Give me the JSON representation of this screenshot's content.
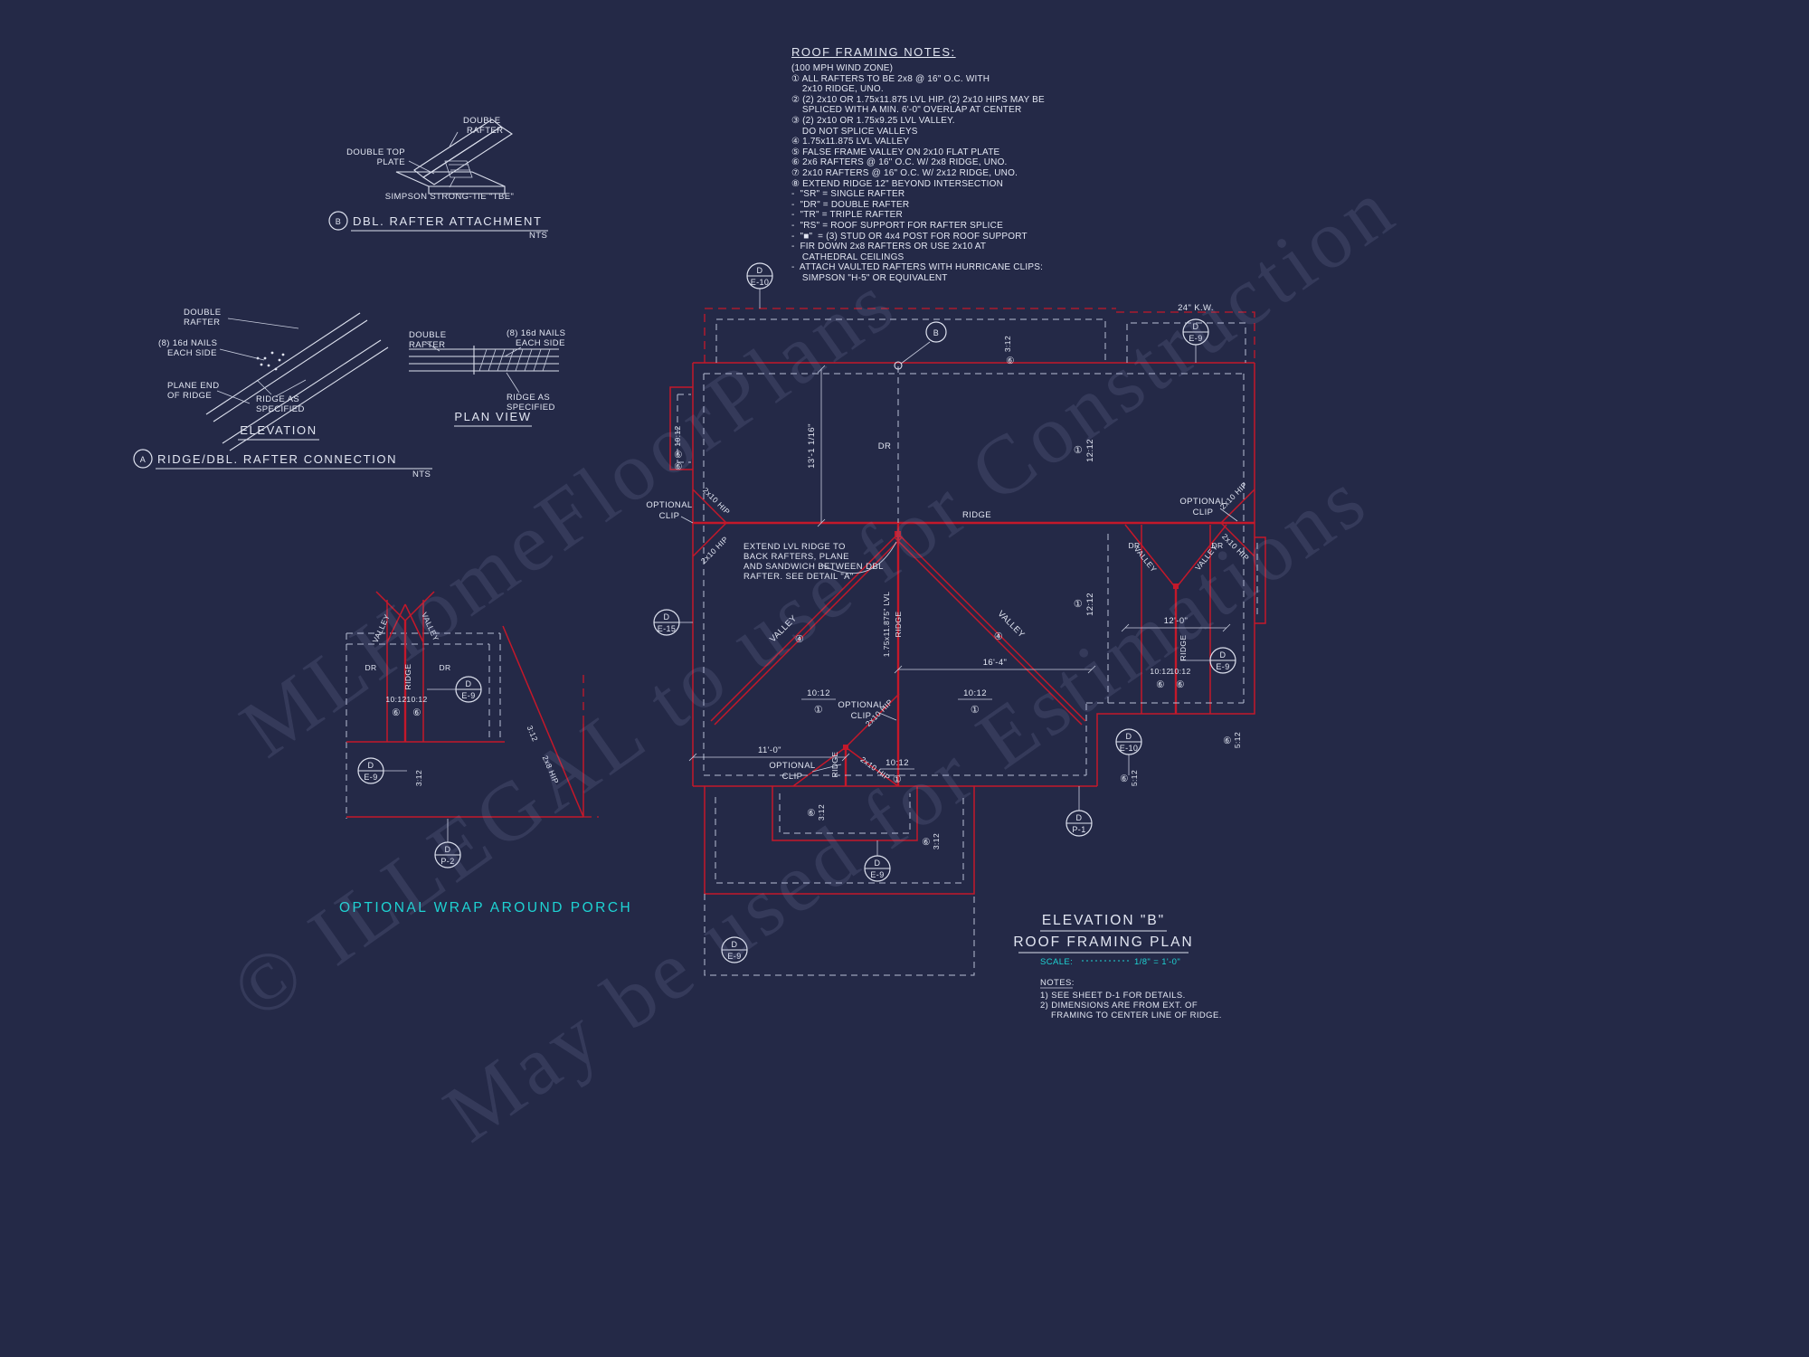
{
  "watermark": {
    "brand": "MLHomeFloorPlans",
    "copyright": "© ILLEGAL to use for Construction",
    "estimate": "May be used for Estimations"
  },
  "detail_b": {
    "bubble": "B",
    "title": "DBL. RAFTER ATTACHMENT",
    "scale": "NTS",
    "double_rafter_1": "DOUBLE",
    "double_rafter_2": "RAFTER",
    "top_plate_1": "DOUBLE TOP",
    "top_plate_2": "PLATE",
    "simpson": "SIMPSON STRONG-TIE \"TBE\""
  },
  "detail_a": {
    "bubble": "A",
    "title": "RIDGE/DBL. RAFTER CONNECTION",
    "scale": "NTS",
    "elevation_caption": "ELEVATION",
    "plan_caption": "PLAN VIEW",
    "double_rafter_1": "DOUBLE",
    "double_rafter_2": "RAFTER",
    "nails_1": "(8) 16d NAILS",
    "nails_2": "EACH SIDE",
    "plane_end_1": "PLANE END",
    "plane_end_2": "OF RIDGE",
    "ridge_spec_1": "RIDGE AS",
    "ridge_spec_2": "SPECIFIED"
  },
  "notes": {
    "title": "ROOF FRAMING NOTES:",
    "lines": [
      "(100 MPH WIND ZONE)",
      "① ALL RAFTERS TO BE 2x8 @ 16\" O.C. WITH",
      "    2x10 RIDGE, UNO.",
      "② (2) 2x10 OR 1.75x11.875 LVL HIP. (2) 2x10 HIPS MAY BE",
      "    SPLICED WITH A MIN. 6'-0\" OVERLAP AT CENTER",
      "③ (2) 2x10 OR 1.75x9.25 LVL VALLEY.",
      "    DO NOT SPLICE VALLEYS",
      "④ 1.75x11.875 LVL VALLEY",
      "⑤ FALSE FRAME VALLEY ON 2x10 FLAT PLATE",
      "⑥ 2x6 RAFTERS @ 16\" O.C. W/ 2x8 RIDGE, UNO.",
      "⑦ 2x10 RAFTERS @ 16\" O.C. W/ 2x12 RIDGE, UNO.",
      "⑧ EXTEND RIDGE 12\" BEYOND INTERSECTION",
      "-  \"SR\" = SINGLE RAFTER",
      "-  \"DR\" = DOUBLE RAFTER",
      "-  \"TR\" = TRIPLE RAFTER",
      "-  \"RS\" = ROOF SUPPORT FOR RAFTER SPLICE",
      "-  \"■\"  = (3) STUD OR 4x4 POST FOR ROOF SUPPORT",
      "-  FIR DOWN 2x8 RAFTERS OR USE 2x10 AT",
      "    CATHEDRAL CEILINGS",
      "-  ATTACH VAULTED RAFTERS WITH HURRICANE CLIPS:",
      "    SIMPSON \"H-5\" OR EQUIVALENT"
    ]
  },
  "plan": {
    "kw_label": "24\" K.W.",
    "ridge": "RIDGE",
    "valley": "VALLEY",
    "dr": "DR",
    "hip_2x10": "2x10 HIP",
    "hip_2x8": "2x8 HIP",
    "lvl_ridge_1": "1.75x11.875\" LVL",
    "lvl_ridge_2": "RIDGE",
    "optional_clip_1": "OPTIONAL",
    "optional_clip_2": "CLIP",
    "extend_1": "EXTEND LVL RIDGE TO",
    "extend_2": "BACK RAFTERS, PLANE",
    "extend_3": "AND SANDWICH BETWEEN DBL",
    "extend_4": "RAFTER. SEE DETAIL \"A\"",
    "dim_a": "13'-1 1/16\"",
    "dim_b": "16'-4\"",
    "dim_c": "11'-0\"",
    "dim_d": "12'-0\"",
    "slope_3_12": "3:12",
    "slope_5_12": "5:12",
    "slope_10_12": "10:12",
    "slope_12_12": "12:12",
    "key_1": "①",
    "key_4": "④",
    "key_6": "⑥"
  },
  "bubbles": {
    "d": "D",
    "b": "B",
    "e9": "E-9",
    "e10": "E-10",
    "e15": "E-15",
    "p1": "P-1",
    "p2": "P-2"
  },
  "porch": {
    "caption": "OPTIONAL WRAP AROUND PORCH"
  },
  "titleblock": {
    "title": "ELEVATION \"B\"",
    "subtitle": "ROOF FRAMING PLAN",
    "scale_label": "SCALE:",
    "scale_value": "1/8\" = 1'-0\"",
    "notes_title": "NOTES:",
    "note_1": "1)  SEE SHEET D-1 FOR DETAILS.",
    "note_2": "2)  DIMENSIONS ARE FROM EXT. OF",
    "note_3": "FRAMING TO CENTER LINE OF RIDGE."
  }
}
